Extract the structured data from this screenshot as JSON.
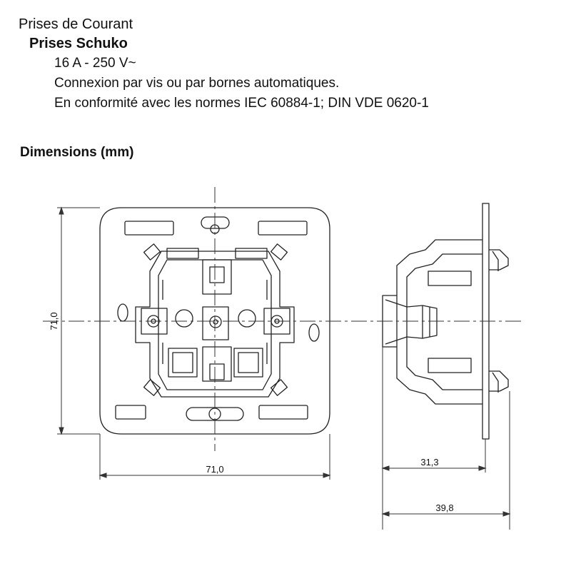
{
  "header": {
    "category": "Prises de Courant",
    "product": "Prises Schuko",
    "rating": "16 A - 250 V~",
    "connection": "Connexion par vis ou par bornes automatiques.",
    "standards": "En conformité avec les normes IEC 60884-1; DIN VDE 0620-1"
  },
  "dimensions": {
    "title": "Dimensions (mm)",
    "height": "71,0",
    "width": "71,0",
    "depth_a": "31,3",
    "depth_b": "39,8"
  }
}
